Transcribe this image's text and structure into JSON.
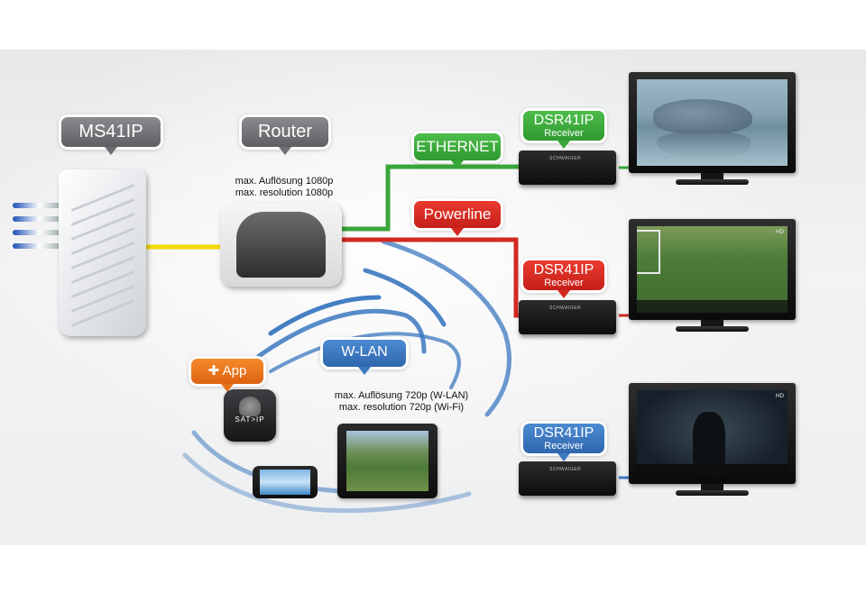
{
  "labels": {
    "ms41ip": "MS41IP",
    "router": "Router",
    "ethernet": "ETHERNET",
    "powerline": "Powerline",
    "wlan": "W-LAN",
    "app": "App",
    "receiver_model": "DSR41IP",
    "receiver_sub": "Receiver"
  },
  "notes": {
    "router_res_de": "max. Auflösung 1080p",
    "router_res_en": "max. resolution 1080p",
    "wlan_res_de": "max. Auflösung 720p (W-LAN)",
    "wlan_res_en": "max. resolution 720p (Wi-Fi)"
  },
  "device_text": {
    "stb_brand": "SCHWAIGER",
    "app_icon": "SAT>IP",
    "tv_logo": "HD"
  },
  "icons": {
    "plus": "plus-icon"
  },
  "colors": {
    "yellow_link": "#f5d800",
    "ethernet": "#3aa63a",
    "powerline": "#d22a22",
    "wlan": "#3b78c0",
    "callout_gray": "#6e6f72",
    "app_orange": "#e6711b"
  }
}
